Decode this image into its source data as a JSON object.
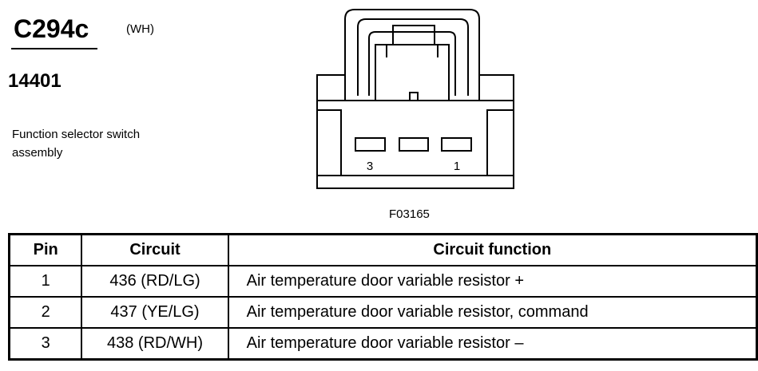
{
  "connector": {
    "id": "C294c",
    "color": "(WH)",
    "part_number": "14401",
    "description": "Function selector switch assembly",
    "figure_id": "F03165"
  },
  "drawing": {
    "pin_labels": [
      "3",
      "1"
    ]
  },
  "table": {
    "headers": [
      "Pin",
      "Circuit",
      "Circuit function"
    ],
    "rows": [
      {
        "pin": "1",
        "circuit": "436 (RD/LG)",
        "function": "Air temperature door variable resistor +"
      },
      {
        "pin": "2",
        "circuit": "437 (YE/LG)",
        "function": "Air temperature door variable resistor, command"
      },
      {
        "pin": "3",
        "circuit": "438 (RD/WH)",
        "function": "Air temperature door variable resistor –"
      }
    ]
  }
}
